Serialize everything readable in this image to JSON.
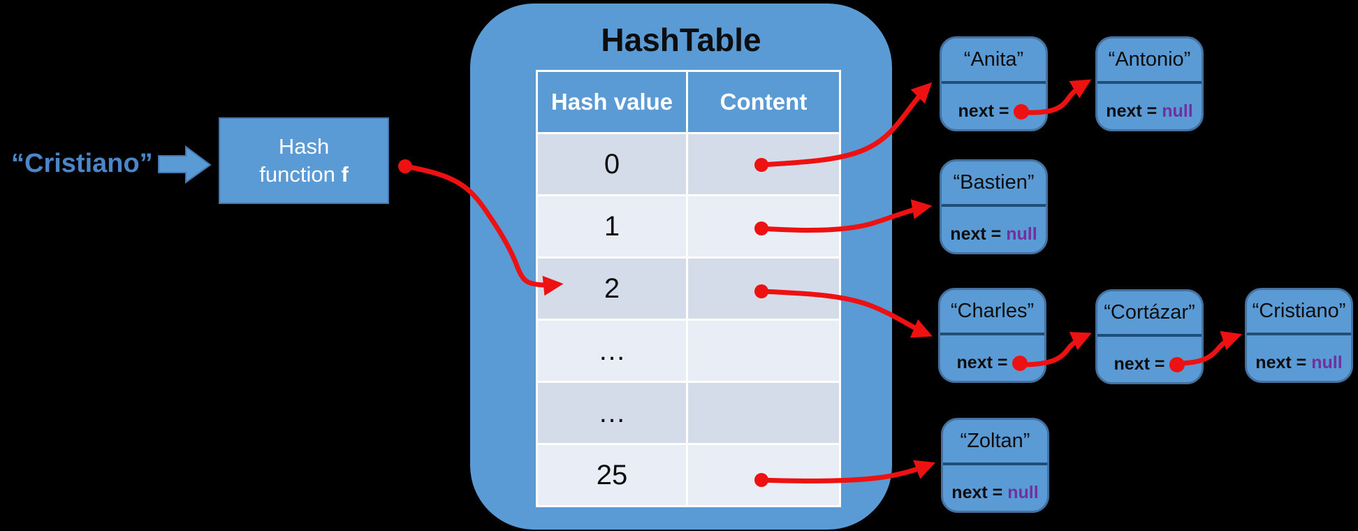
{
  "input": {
    "label": "“Cristiano”"
  },
  "hash_function": {
    "line1": "Hash",
    "line2": "function ",
    "line2_bold": "f"
  },
  "hashtable": {
    "title": "HashTable",
    "columns": [
      "Hash value",
      "Content"
    ],
    "rows": [
      {
        "hash": "0",
        "content": ""
      },
      {
        "hash": "1",
        "content": ""
      },
      {
        "hash": "2",
        "content": ""
      },
      {
        "hash": "…",
        "content": ""
      },
      {
        "hash": "…",
        "content": ""
      },
      {
        "hash": "25",
        "content": ""
      }
    ]
  },
  "nodes": {
    "anita": {
      "name": "“Anita”",
      "next_label": "next =",
      "next_value": ""
    },
    "antonio": {
      "name": "“Antonio”",
      "next_label": "next =",
      "next_value": "null"
    },
    "bastien": {
      "name": "“Bastien”",
      "next_label": "next =",
      "next_value": "null"
    },
    "charles": {
      "name": "“Charles”",
      "next_label": "next =",
      "next_value": ""
    },
    "cortazar": {
      "name": "“Cortázar”",
      "next_label": "next =",
      "next_value": ""
    },
    "cristiano": {
      "name": "“Cristiano”",
      "next_label": "next =",
      "next_value": "null"
    },
    "zoltan": {
      "name": "“Zoltan”",
      "next_label": "next =",
      "next_value": "null"
    }
  },
  "colors": {
    "background": "#000000",
    "box_fill": "#5B9BD5",
    "box_border": "#4377AE",
    "node_border": "#44719F",
    "node_divider": "#1F4E79",
    "table_grid": "#FFFFFF",
    "row_dark": "#D5DCE9",
    "row_light": "#E9EDF6",
    "arrow_red": "#EE1111",
    "null_purple": "#7030A0",
    "input_label_blue": "#4A86C8",
    "title_text": "#0D0D0D",
    "header_text": "#FFFFFF"
  }
}
